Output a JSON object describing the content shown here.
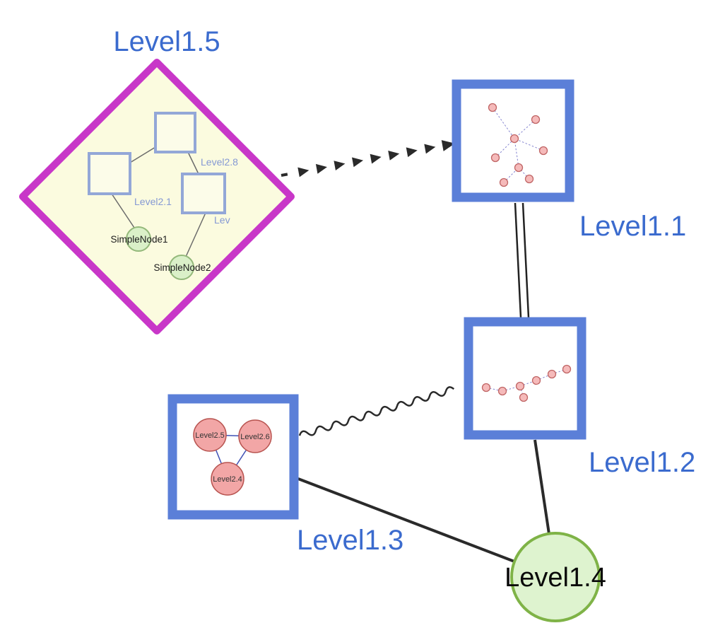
{
  "colors": {
    "label_blue": "#3b6bce",
    "sublabel_blue": "#8599d4",
    "diamond_border_magenta": "#c837c8",
    "diamond_fill_pale_yellow": "#fbfbdf",
    "group_border_blue": "#5b7fd8",
    "inner_square_border": "#93a7d7",
    "green_fill": "#daf0c8",
    "green_border": "#7fb347",
    "pink_fill": "#f2a6a6",
    "pink_border": "#b85450",
    "edge_black": "#2a2a2a",
    "inner_edge_blue": "#3f51b5"
  },
  "nodes": {
    "level1_5": {
      "label": "Level1.5",
      "type": "diamond-group"
    },
    "level1_1": {
      "label": "Level1.1",
      "type": "square-group-with-mini-graph"
    },
    "level1_2": {
      "label": "Level1.2",
      "type": "square-group-with-mini-graph"
    },
    "level1_3": {
      "label": "Level1.3",
      "type": "square-group"
    },
    "level1_4": {
      "label": "Level1.4",
      "type": "circle"
    }
  },
  "level1_5_children": {
    "level2_8": {
      "label": "Level2.8",
      "type": "square"
    },
    "level2_1": {
      "label": "Level2.1",
      "type": "square"
    },
    "level2_x": {
      "label": "Lev",
      "type": "square"
    },
    "simple_node_1": {
      "label": "SimpleNode1",
      "type": "green-circle"
    },
    "simple_node_2": {
      "label": "SimpleNode2",
      "type": "green-circle"
    }
  },
  "level1_3_children": {
    "level2_5": {
      "label": "Level2.5",
      "type": "pink-circle"
    },
    "level2_6": {
      "label": "Level2.6",
      "type": "pink-circle"
    },
    "level2_4": {
      "label": "Level2.4",
      "type": "pink-circle"
    }
  },
  "edges": [
    {
      "from": "Level1.5",
      "to": "Level1.1",
      "style": "bold-dashed-arrow-chain"
    },
    {
      "from": "Level1.1",
      "to": "Level1.2",
      "style": "double-parallel-line"
    },
    {
      "from": "Level1.3",
      "to": "Level1.2",
      "style": "wavy-line"
    },
    {
      "from": "Level1.3",
      "to": "Level1.4",
      "style": "solid-line"
    },
    {
      "from": "Level1.2",
      "to": "Level1.4",
      "style": "solid-line"
    }
  ],
  "level1_5_inner_edges": [
    [
      "Level2.8",
      "Level2.1"
    ],
    [
      "Level2.8",
      "Lev"
    ],
    [
      "Level2.1",
      "SimpleNode1"
    ],
    [
      "Lev",
      "SimpleNode2"
    ]
  ],
  "level1_3_inner_edges": [
    [
      "Level2.5",
      "Level2.6"
    ],
    [
      "Level2.5",
      "Level2.4"
    ],
    [
      "Level2.6",
      "Level2.4"
    ]
  ]
}
